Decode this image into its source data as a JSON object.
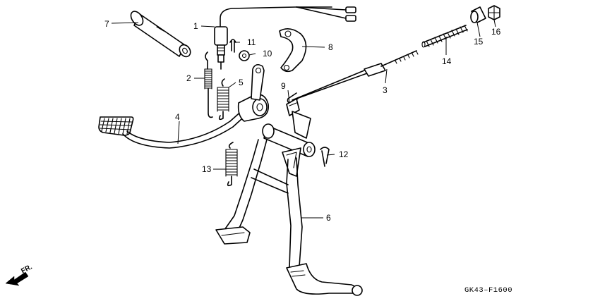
{
  "callouts": {
    "c1": "1",
    "c2": "2",
    "c3": "3",
    "c4": "4",
    "c5": "5",
    "c6": "6",
    "c7": "7",
    "c8": "8",
    "c9": "9",
    "c10": "10",
    "c11": "11",
    "c12": "12",
    "c13": "13",
    "c14": "14",
    "c15": "15",
    "c16": "16"
  },
  "drawing_code": "GK43–F1600",
  "direction_label": "FR."
}
